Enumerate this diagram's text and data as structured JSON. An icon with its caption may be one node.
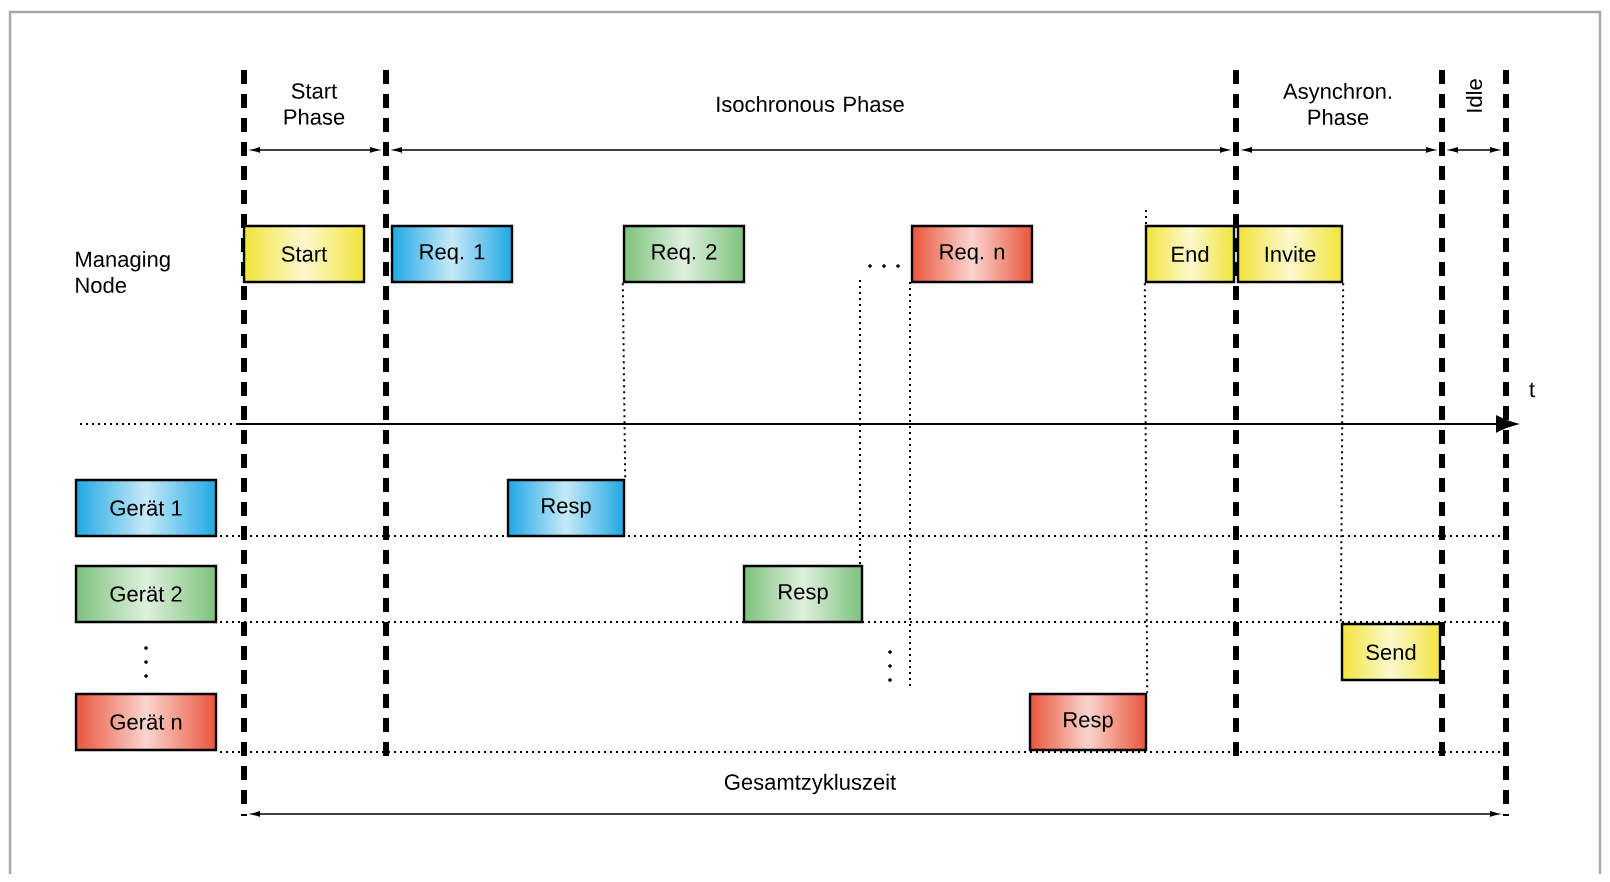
{
  "diagram": {
    "nodes": [
      {
        "text": [
          "Start"
        ]
      },
      {
        "text": [
          "Req. 1"
        ]
      },
      {
        "text": [
          "Req. 2"
        ]
      },
      {
        "text": [
          "Req. n"
        ]
      },
      {
        "text": [
          "End"
        ]
      },
      {
        "text": [
          "Invite"
        ]
      },
      {
        "text": [
          "Gerät 1"
        ]
      },
      {
        "text": [
          "Resp"
        ]
      },
      {
        "text": [
          "Gerät 2"
        ]
      },
      {
        "text": [
          "Resp"
        ]
      },
      {
        "text": [
          "Send"
        ]
      },
      {
        "text": [
          "Gerät n"
        ]
      },
      {
        "text": [
          "Resp"
        ]
      }
    ],
    "edges": [
      {
        "from": 2,
        "to": 7,
        "arrow": "none"
      },
      {
        "from": 4,
        "to": 12,
        "arrow": "none"
      },
      {
        "from": 5,
        "to": 10,
        "arrow": "none"
      }
    ],
    "labels": [
      "Start Phase",
      "Isochronous Phase",
      "Asynchron. Phase",
      "Idle",
      "Managing Node",
      "t",
      "Gesamtzykluszeit"
    ]
  }
}
